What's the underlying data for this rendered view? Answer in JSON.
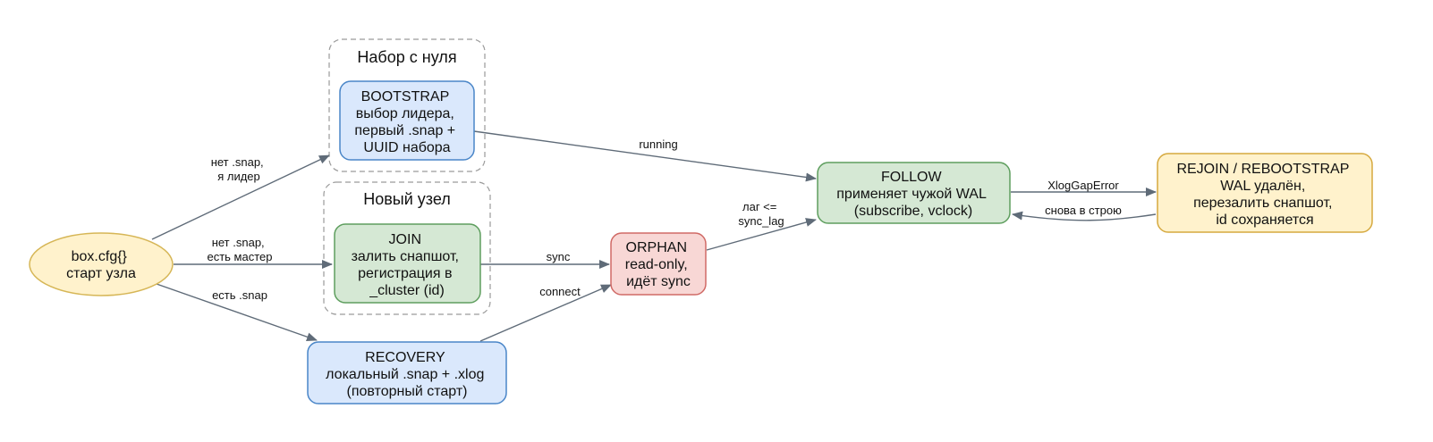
{
  "colors": {
    "edge": "#5f6b78",
    "yellow_fill": "#fff2cc",
    "yellow_stroke": "#d6b656",
    "blue_fill": "#dae8fc",
    "blue_stroke": "#6c8ebf",
    "green_fill": "#d5e8d4",
    "green_stroke": "#82b366",
    "red_fill": "#f8cecc",
    "red_stroke": "#b85450"
  },
  "clusters": {
    "bootstrap": {
      "label": "Набор с нуля"
    },
    "join": {
      "label": "Новый узел"
    }
  },
  "nodes": {
    "start": {
      "lines": [
        "box.cfg{}",
        "старт узла"
      ]
    },
    "bootstrap": {
      "lines": [
        "BOOTSTRAP",
        "выбор лидера,",
        "первый .snap +",
        "UUID набора"
      ]
    },
    "join": {
      "lines": [
        "JOIN",
        "залить снапшот,",
        "регистрация в",
        "_cluster (id)"
      ]
    },
    "recovery": {
      "lines": [
        "RECOVERY",
        "локальный .snap + .xlog",
        "(повторный старт)"
      ]
    },
    "orphan": {
      "lines": [
        "ORPHAN",
        "read-only,",
        "идёт sync"
      ]
    },
    "follow": {
      "lines": [
        "FOLLOW",
        "применяет чужой WAL",
        "(subscribe, vclock)"
      ]
    },
    "rejoin": {
      "lines": [
        "REJOIN / REBOOTSTRAP",
        "WAL удалён,",
        "перезалить снапшот,",
        "id сохраняется"
      ]
    }
  },
  "edges": {
    "start_bootstrap": {
      "lines": [
        "нет .snap,",
        "я лидер"
      ]
    },
    "start_join": {
      "lines": [
        "нет .snap,",
        "есть мастер"
      ]
    },
    "start_recovery": {
      "lines": [
        "есть .snap"
      ]
    },
    "join_orphan": {
      "lines": [
        "sync"
      ]
    },
    "recovery_orphan": {
      "lines": [
        "connect"
      ]
    },
    "orphan_follow": {
      "lines": [
        "лаг <=",
        "sync_lag"
      ]
    },
    "bootstrap_follow": {
      "lines": [
        "running"
      ]
    },
    "follow_rejoin": {
      "lines": [
        "XlogGapError"
      ]
    },
    "rejoin_follow": {
      "lines": [
        "снова в строю"
      ]
    }
  }
}
